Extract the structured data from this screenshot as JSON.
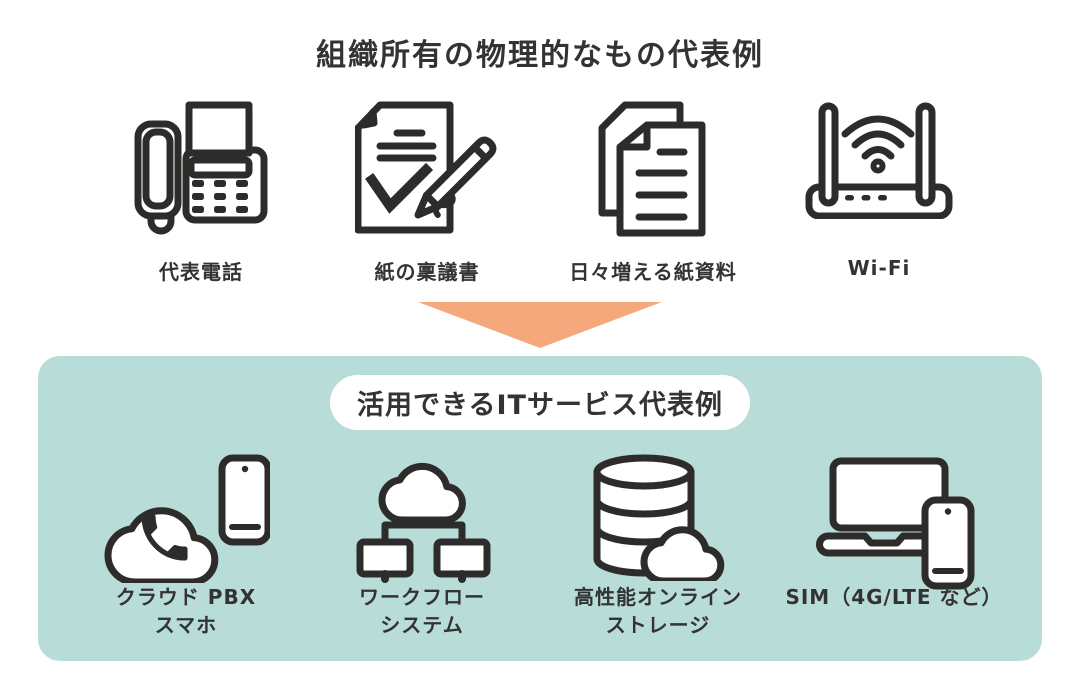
{
  "colors": {
    "background": "#ffffff",
    "panel_teal": "#B8DCD8",
    "arrow_orange": "#F4A87C",
    "text": "#333333",
    "icon_stroke": "#2E2C2A"
  },
  "top_section": {
    "title": "組織所有の物理的なもの代表例",
    "items": [
      {
        "icon": "fax-phone-icon",
        "label": "代表電話"
      },
      {
        "icon": "approval-document-icon",
        "label": "紙の稟議書"
      },
      {
        "icon": "paper-stack-icon",
        "label": "日々増える紙資料"
      },
      {
        "icon": "wifi-router-icon",
        "label": "Wi-Fi"
      }
    ]
  },
  "arrow": {
    "direction": "down"
  },
  "it_section": {
    "title": "活用できるITサービス代表例",
    "items": [
      {
        "icon": "cloud-pbx-icon",
        "label_line1": "クラウド PBX",
        "label_line2": "スマホ"
      },
      {
        "icon": "workflow-icon",
        "label_line1": "ワークフロー",
        "label_line2": "システム"
      },
      {
        "icon": "online-storage-icon",
        "label_line1": "高性能オンライン",
        "label_line2": "ストレージ"
      },
      {
        "icon": "sim-devices-icon",
        "label_line1": "SIM（4G/LTE など）",
        "label_line2": ""
      }
    ]
  }
}
